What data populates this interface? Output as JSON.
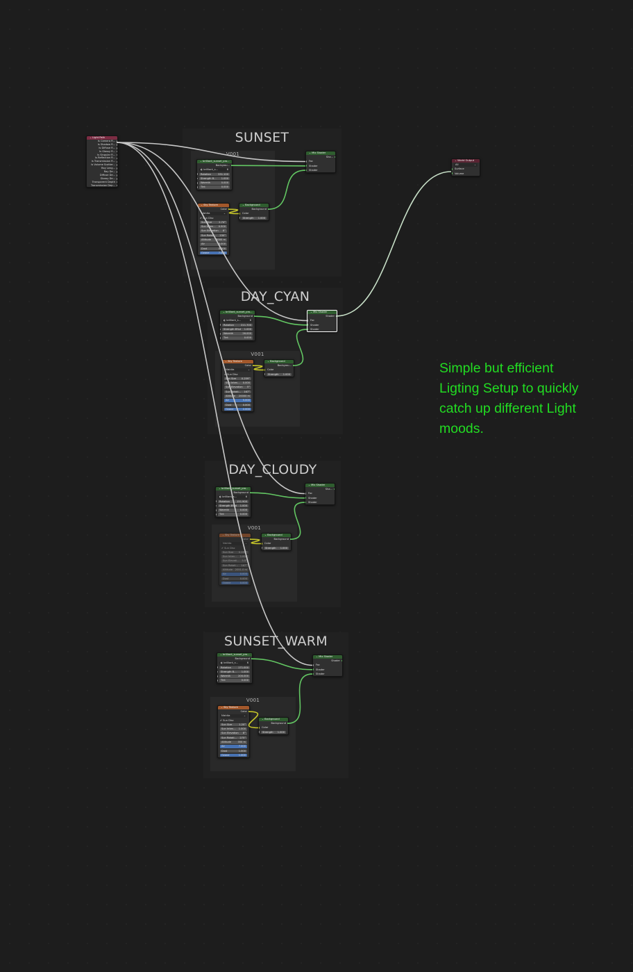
{
  "colors": {
    "shader_header": "#2f5d2f",
    "texture_header": "#a3582b",
    "input_header": "#7b2c43",
    "output_header": "#5a2332",
    "shader_socket": "#63c763",
    "color_socket": "#c7c729",
    "value_socket": "#a1a1a1",
    "annotation": "#22dd22"
  },
  "annotation": {
    "lines": [
      "Simple but efficient",
      "Ligting Setup to quickly",
      "catch up different Light",
      "moods."
    ]
  },
  "light_path": {
    "title": "Light Path",
    "outputs": [
      "Is Camera R...",
      "Is Shadow R...",
      "Is Diffuse R...",
      "Is Glossy R...",
      "Is Singular R...",
      "Is Reflection R...",
      "Is Transmission R...",
      "Is Volume Scatter...",
      "Ray Leng...",
      "Ray De...",
      "Diffuse De...",
      "Glossy De...",
      "Transparent Depth",
      "Transmission Dep..."
    ]
  },
  "world_output": {
    "title": "World Output",
    "target": "All",
    "inputs": [
      "Surface",
      "Volume"
    ]
  },
  "frames": [
    {
      "title": "SUNSET",
      "inner_title": "V001",
      "env": {
        "title": "brilliant_sunset_pro...",
        "output": "Backgrou...",
        "image": "brilliant_s...",
        "image_users": "6",
        "fields": [
          [
            "Rotation",
            "331.100"
          ],
          [
            "Strength B...",
            "1.000"
          ],
          [
            "Warmth",
            "0.000"
          ],
          [
            "Tint",
            "0.000"
          ]
        ]
      },
      "sky": {
        "title": "Sky Texture",
        "output": "Color",
        "type": "Nishita",
        "sun_disc": "Sun Disc",
        "fields": [
          [
            "Sun Size",
            "2.74°"
          ],
          [
            "Sun Inten...",
            "0.500"
          ],
          [
            "Sun Elevation",
            "8°"
          ],
          [
            "Sun Rotati...",
            "230°"
          ],
          [
            "Altitude",
            "3000 m"
          ],
          [
            "Air",
            "3.000"
          ],
          [
            "Dust",
            "0.000"
          ],
          [
            "Ozone",
            "7.000"
          ]
        ]
      },
      "background": {
        "title": "Background",
        "output": "Background",
        "color": "Color",
        "strength": [
          "Strength",
          "1.000"
        ]
      },
      "mix": {
        "title": "Mix Shader",
        "output": "Sha...",
        "inputs": [
          "Fac",
          "Shader",
          "Shader"
        ]
      }
    },
    {
      "title": "DAY_CYAN",
      "inner_title": "V001",
      "env": {
        "title": "brilliant_sunset_pro...",
        "output": "Background",
        "image": "brilliant_s...",
        "image_users": "6",
        "fields": [
          [
            "Rotation",
            "211.700"
          ],
          [
            "Strength B%d",
            "1.000"
          ],
          [
            "Warmth",
            "26.000"
          ],
          [
            "Tint",
            "0.000"
          ]
        ]
      },
      "sky": {
        "title": "Sky Texture",
        "output": "Color",
        "type": "Nishita",
        "sun_disc": "Sun Disc",
        "fields": [
          [
            "Sun Size",
            "0.259°"
          ],
          [
            "Sun Inten...",
            "0.000"
          ],
          [
            "Sun Elevation",
            "5°"
          ],
          [
            "Sun Rotati...",
            "167°"
          ],
          [
            "Altitude",
            "20000 m"
          ],
          [
            "Air",
            "5.000"
          ],
          [
            "Dust",
            "0.000"
          ],
          [
            "Ozone",
            "2.000"
          ]
        ]
      },
      "background": {
        "title": "Background",
        "output": "Backgrou...",
        "color": "Color",
        "strength": [
          "Strength",
          "1.000"
        ]
      },
      "mix": {
        "title": "Mix Shader",
        "output": "Shader",
        "inputs": [
          "Fac",
          "Shader",
          "Shader"
        ]
      }
    },
    {
      "title": "DAY_CLOUDY",
      "inner_title": "V001",
      "env": {
        "title": "brilliant_sunset_pro...",
        "output": "Background",
        "image": "brilliant_s...",
        "image_users": "6",
        "fields": [
          [
            "Rotation",
            "151.900"
          ],
          [
            "Strength B%d",
            "1.000"
          ],
          [
            "Warmth",
            "0.000"
          ],
          [
            "Tint",
            "0.000"
          ]
        ]
      },
      "sky": {
        "title": "Sky Texture",
        "output": "Color",
        "type": "Nishita",
        "sun_disc": "Sun Disc",
        "fields": [
          [
            "Sun Size",
            "0.259°"
          ],
          [
            "Sun Inten...",
            "1.000"
          ],
          [
            "Sun Elevati...",
            "5.5°"
          ],
          [
            "Sun Rotati...",
            "167°"
          ],
          [
            "Altitude",
            "2051.0 m"
          ],
          [
            "Air",
            "0.000"
          ],
          [
            "Dust",
            "0.000"
          ],
          [
            "Ozone",
            "0.000"
          ]
        ]
      },
      "background": {
        "title": "Background",
        "output": "Background",
        "color": "Color",
        "strength": [
          "Strength",
          "1.000"
        ]
      },
      "mix": {
        "title": "Mix Shader",
        "output": "Sha...",
        "inputs": [
          "Fac",
          "Shader",
          "Shader"
        ]
      }
    },
    {
      "title": "SUNSET_WARM",
      "inner_title": "V001",
      "env": {
        "title": "brilliant_sunset_pro...",
        "output": "Background",
        "image": "brilliant_s...",
        "image_users": "6",
        "fields": [
          [
            "Rotation",
            "171.000"
          ],
          [
            "Strength B...",
            "1.000"
          ],
          [
            "Warmth",
            "200.000"
          ],
          [
            "Tint",
            "0.000"
          ]
        ]
      },
      "sky": {
        "title": "Sky Texture",
        "output": "Color",
        "type": "Nishita",
        "sun_disc": "Sun Disc",
        "fields": [
          [
            "Sun Size",
            "1.20°"
          ],
          [
            "Sun Inten...",
            "1.000"
          ],
          [
            "Sun Elevation",
            "8°"
          ],
          [
            "Sun Rotati...",
            "275°"
          ],
          [
            "Altitude",
            "350 m"
          ],
          [
            "Air",
            "7.000"
          ],
          [
            "Dust",
            "1.000"
          ],
          [
            "Ozone",
            "1.000"
          ]
        ]
      },
      "background": {
        "title": "Background",
        "output": "Background",
        "color": "Color",
        "strength": [
          "Strength",
          "1.000"
        ]
      },
      "mix": {
        "title": "Mix Shader",
        "output": "Shader",
        "inputs": [
          "Fac",
          "Shader",
          "Shader"
        ]
      }
    }
  ]
}
